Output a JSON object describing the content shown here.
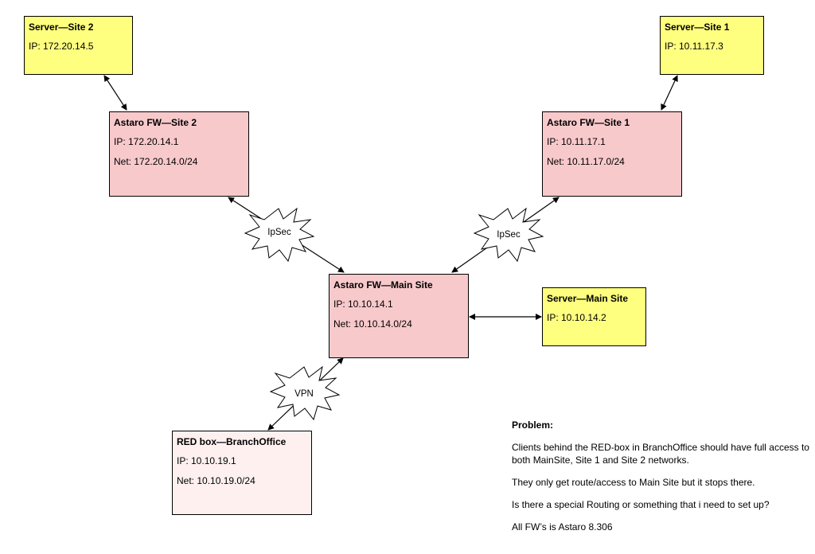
{
  "nodes": {
    "server_site2": {
      "title": "Server—Site 2",
      "lines": [
        "IP: 172.20.14.5"
      ],
      "color": "#ffff7f"
    },
    "server_site1": {
      "title": "Server—Site 1",
      "lines": [
        "IP: 10.11.17.3"
      ],
      "color": "#ffff7f"
    },
    "fw_site2": {
      "title": "Astaro FW—Site 2",
      "lines": [
        "IP: 172.20.14.1",
        "Net: 172.20.14.0/24"
      ],
      "color": "#f8c9cb"
    },
    "fw_site1": {
      "title": "Astaro FW—Site 1",
      "lines": [
        "IP: 10.11.17.1",
        "Net: 10.11.17.0/24"
      ],
      "color": "#f8c9cb"
    },
    "fw_main": {
      "title": "Astaro FW—Main Site",
      "lines": [
        "IP: 10.10.14.1",
        "Net: 10.10.14.0/24"
      ],
      "color": "#f8c9cb"
    },
    "server_main": {
      "title": "Server—Main Site",
      "lines": [
        "IP: 10.10.14.2"
      ],
      "color": "#ffff7f"
    },
    "red_box": {
      "title": "RED box—BranchOffice",
      "lines": [
        "IP: 10.10.19.1",
        "Net: 10.10.19.0/24"
      ],
      "color": "#fff0f0"
    }
  },
  "links": {
    "ipsec_left": "IpSec",
    "ipsec_right": "IpSec",
    "vpn": "VPN"
  },
  "problem": {
    "title": "Problem:",
    "lines": [
      "Clients behind the RED-box in BranchOffice should have full access to both MainSite, Site 1 and Site 2 networks.",
      "They only get route/access to Main Site but it stops there.",
      "Is there a special Routing or something that i need to set up?",
      "All FW’s is Astaro 8.306"
    ]
  }
}
